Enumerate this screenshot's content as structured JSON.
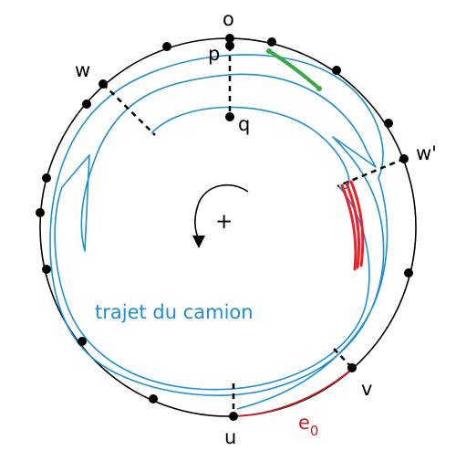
{
  "labels": {
    "o": "o",
    "p": "p",
    "q": "q",
    "w": "w",
    "w_prime": "w'",
    "u": "u",
    "v": "v",
    "e0_base": "e",
    "e0_sub": "0",
    "center": "+",
    "path": "trajet du camion"
  },
  "colors": {
    "circle": "#000000",
    "path": "#1e8fce",
    "red": "#e8242b",
    "dark_red": "#c42128",
    "green": "#3aa84a",
    "dot": "#000000"
  }
}
